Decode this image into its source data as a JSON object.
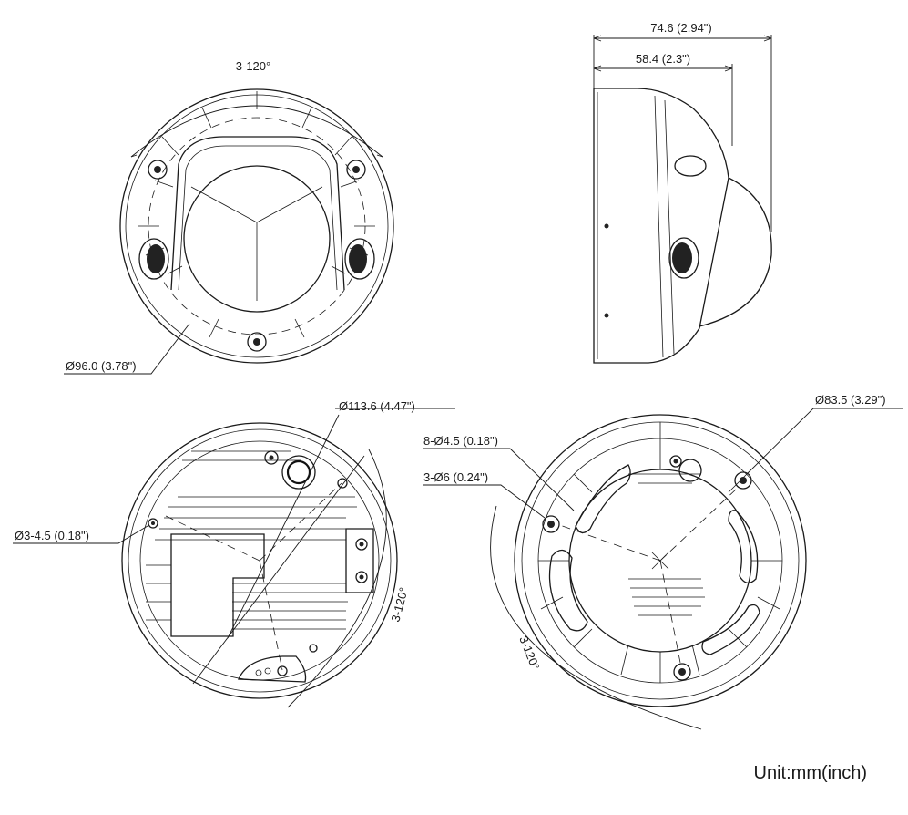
{
  "unit_label": "Unit:mm(inch)",
  "front_view": {
    "angle_label": "3-120°",
    "diameter_label": "Ø96.0 (3.78\")"
  },
  "side_view": {
    "depth_total_label": "74.6 (2.94\")",
    "depth_body_label": "58.4 (2.3\")"
  },
  "bottom_view": {
    "diameter_label": "Ø113.6 (4.47\")",
    "hole_label": "Ø3-4.5 (0.18\")",
    "angle_label": "3-120°"
  },
  "mount_view": {
    "diameter_label": "Ø83.5 (3.29\")",
    "slot_label": "8-Ø4.5 (0.18\")",
    "hole_label": "3-Ø6 (0.24\")",
    "angle_label": "3-120°"
  }
}
